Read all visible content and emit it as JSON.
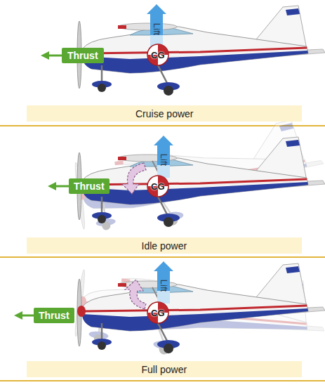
{
  "diagram": {
    "nodes": [
      {
        "text": [
          "Lift"
        ]
      },
      {
        "text": [
          "Thrust"
        ]
      },
      {
        "text": [
          "CG"
        ]
      },
      {
        "text": [
          "Cruise power"
        ]
      },
      {
        "text": [
          "Lift"
        ]
      },
      {
        "text": [
          "Thrust"
        ]
      },
      {
        "text": [
          "CG"
        ]
      },
      {
        "text": [
          "Idle power"
        ]
      },
      {
        "text": [
          "Lift"
        ]
      },
      {
        "text": [
          "Thrust"
        ]
      },
      {
        "text": [
          "CG"
        ]
      },
      {
        "text": [
          "Full power"
        ]
      }
    ]
  }
}
